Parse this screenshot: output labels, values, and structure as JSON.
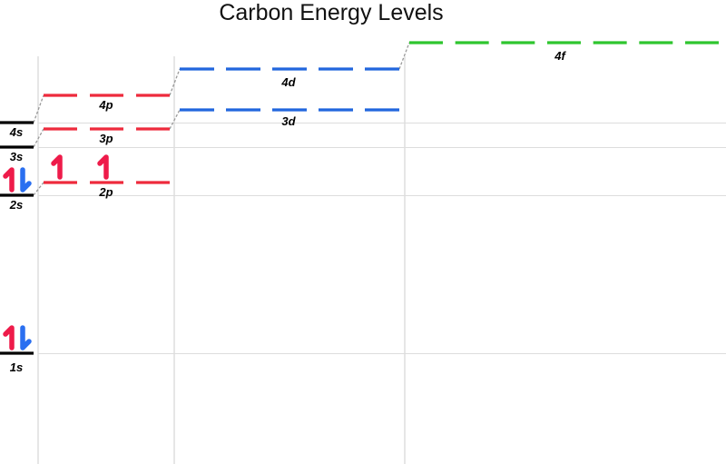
{
  "title": "Carbon Energy Levels",
  "colors": {
    "s": "#000000",
    "p": "#ee2a3c",
    "d": "#2166dd",
    "f": "#2ec52e",
    "spin_up": "#ee1b4a",
    "spin_down": "#2a6ff0",
    "connector": "#999999",
    "gridline": "#dddddd"
  },
  "levels": [
    {
      "name": "1s",
      "label": "1s",
      "electrons": [
        "up",
        "down"
      ]
    },
    {
      "name": "2s",
      "label": "2s",
      "electrons": [
        "up",
        "down"
      ]
    },
    {
      "name": "3s",
      "label": "3s",
      "electrons": []
    },
    {
      "name": "4s",
      "label": "4s",
      "electrons": []
    },
    {
      "name": "2p",
      "label": "2p",
      "electrons": [
        [
          "up"
        ],
        [
          "up"
        ],
        []
      ]
    },
    {
      "name": "3p",
      "label": "3p",
      "electrons": []
    },
    {
      "name": "4p",
      "label": "4p",
      "electrons": []
    },
    {
      "name": "3d",
      "label": "3d",
      "electrons": []
    },
    {
      "name": "4d",
      "label": "4d",
      "electrons": []
    },
    {
      "name": "4f",
      "label": "4f",
      "electrons": []
    }
  ]
}
